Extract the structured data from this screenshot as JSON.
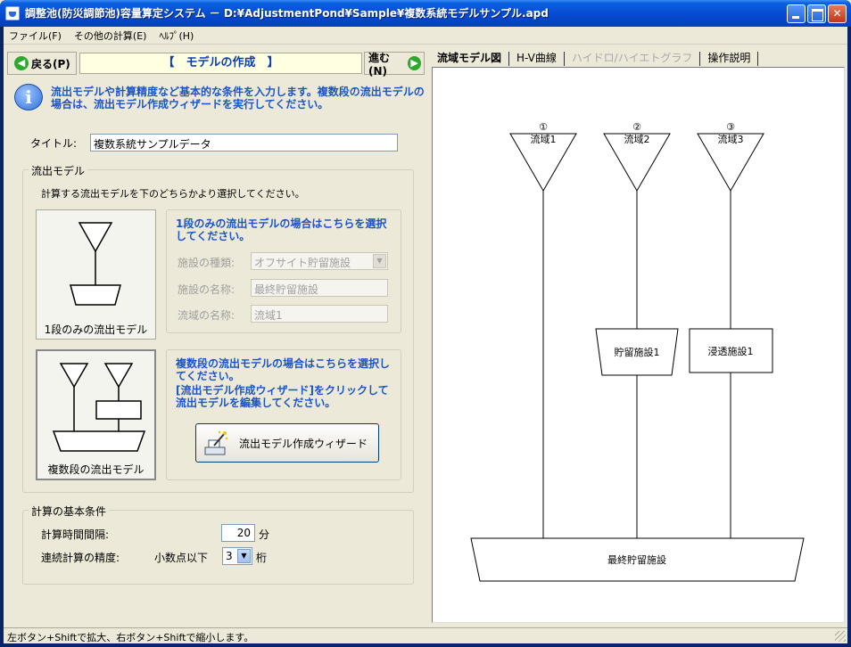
{
  "window": {
    "title": "調整池(防災調節池)容量算定システム － D:¥AdjustmentPond¥Sample¥複数系統モデルサンプル.apd"
  },
  "menu": [
    "ファイル(F)",
    "その他の計算(E)",
    "ﾍﾙﾌﾟ(H)"
  ],
  "nav": {
    "back_label": "戻る(P)",
    "title": "【　モデルの作成　】",
    "next_label": "進む(N)"
  },
  "info": {
    "text": "流出モデルや計算精度など基本的な条件を入力します。複数段の流出モデルの場合は、流出モデル作成ウィザードを実行してください。"
  },
  "title_field": {
    "label": "タイトル:",
    "value": "複数系統サンプルデータ"
  },
  "model_group": {
    "legend": "流出モデル",
    "description": "計算する流出モデルを下のどちらかより選択してください。",
    "single_card_label": "1段のみの流出モデル",
    "multi_card_label": "複数段の流出モデル",
    "single": {
      "heading": "1段のみの流出モデルの場合はこちらを選択してください。",
      "facility_type_label": "施設の種類:",
      "facility_type_value": "オフサイト貯留施設",
      "facility_name_label": "施設の名称:",
      "facility_name_value": "最終貯留施設",
      "basin_name_label": "流域の名称:",
      "basin_name_value": "流域1"
    },
    "multi": {
      "heading": "複数段の流出モデルの場合はこちらを選択してください。",
      "instruction": "[流出モデル作成ウィザード]をクリックして流出モデルを編集してください。",
      "wizard_button_label": "流出モデル作成ウィザード"
    }
  },
  "basic_group": {
    "legend": "計算の基本条件",
    "interval_label": "計算時間間隔:",
    "interval_value": "20",
    "interval_unit": "分",
    "precision_label": "連続計算の精度:",
    "precision_prefix": "小数点以下",
    "precision_value": "3",
    "precision_unit": "桁"
  },
  "tabs": [
    {
      "label": "流域モデル図",
      "state": "active"
    },
    {
      "label": "H-V曲線",
      "state": "normal"
    },
    {
      "label": "ハイドロ/ハイエトグラフ",
      "state": "disabled"
    },
    {
      "label": "操作説明",
      "state": "normal"
    }
  ],
  "diagram": {
    "basins": [
      {
        "number": "①",
        "name": "流域1"
      },
      {
        "number": "②",
        "name": "流域2"
      },
      {
        "number": "③",
        "name": "流域3"
      }
    ],
    "storage_facility": "貯留施設1",
    "infiltration_facility": "浸透施設1",
    "final_facility": "最終貯留施設"
  },
  "status": {
    "text": "左ボタン+Shiftで拡大、右ボタン+Shiftで縮小します。"
  }
}
